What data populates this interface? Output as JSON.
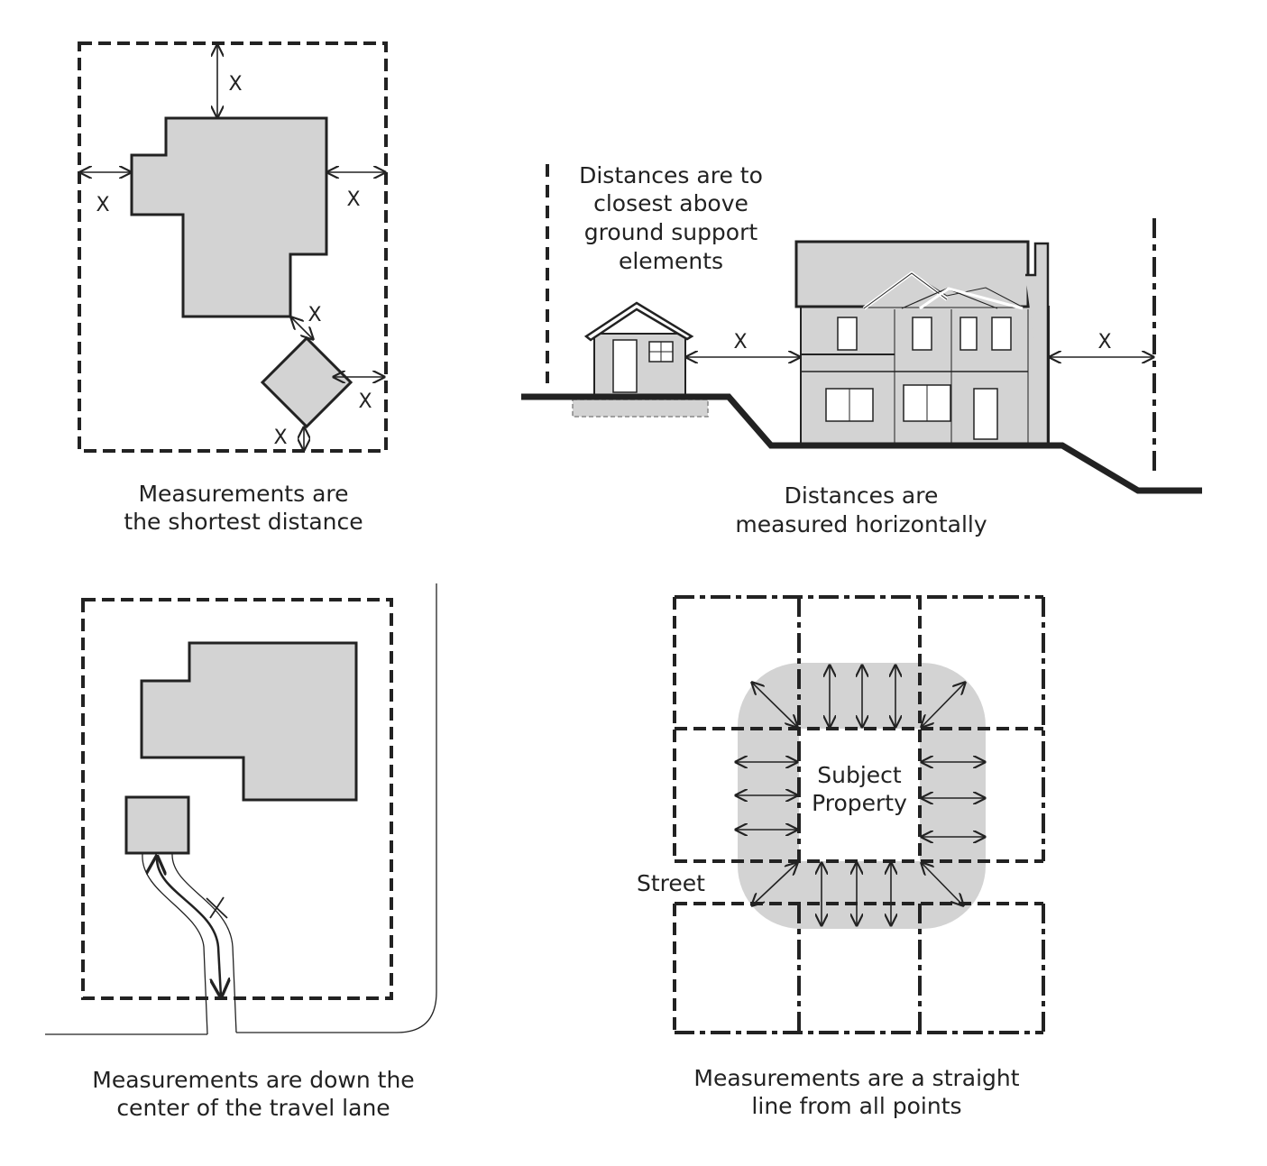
{
  "panels": {
    "shortest": {
      "marker": "X",
      "caption": [
        "Measurements are",
        "the shortest distance"
      ]
    },
    "horizontal": {
      "marker": "X",
      "note": [
        "Distances are to",
        "closest above",
        "ground support",
        "elements"
      ],
      "caption": [
        "Distances are",
        "measured horizontally"
      ]
    },
    "travel_lane": {
      "caption": [
        "Measurements are down the",
        "center of the travel lane"
      ]
    },
    "straight_line": {
      "subject": [
        "Subject",
        "Property"
      ],
      "street": "Street",
      "caption": [
        "Measurements are a straight",
        "line from all points"
      ]
    }
  }
}
